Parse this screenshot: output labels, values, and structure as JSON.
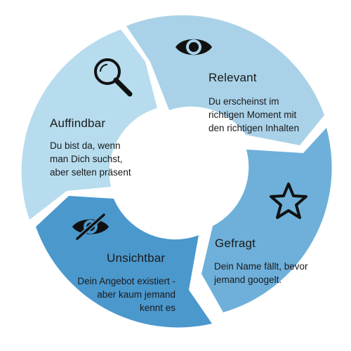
{
  "colors": {
    "segment_top": "#a9d2e8",
    "segment_right": "#6eb0da",
    "segment_bottom": "#4b98cd",
    "segment_left": "#b6dcee",
    "text": "#1a1a1a",
    "icon": "#111111"
  },
  "segments": [
    {
      "id": "relevant",
      "title": "Relevant",
      "description_lines": [
        "Du erscheinst im",
        "richtigen Moment mit",
        "den richtigen Inhalten"
      ],
      "icon": "eye-icon"
    },
    {
      "id": "gefragt",
      "title": "Gefragt",
      "description_lines": [
        "Dein Name fällt, bevor",
        "jemand googelt."
      ],
      "icon": "star-icon"
    },
    {
      "id": "unsichtbar",
      "title": "Unsichtbar",
      "description_lines": [
        "Dein Angebot existiert -",
        "aber kaum jemand",
        "kennt es"
      ],
      "icon": "eye-slash-icon"
    },
    {
      "id": "auffindbar",
      "title": "Auffindbar",
      "description_lines": [
        "Du bist da, wenn",
        "man Dich suchst,",
        "aber selten präsent"
      ],
      "icon": "magnifier-icon"
    }
  ]
}
